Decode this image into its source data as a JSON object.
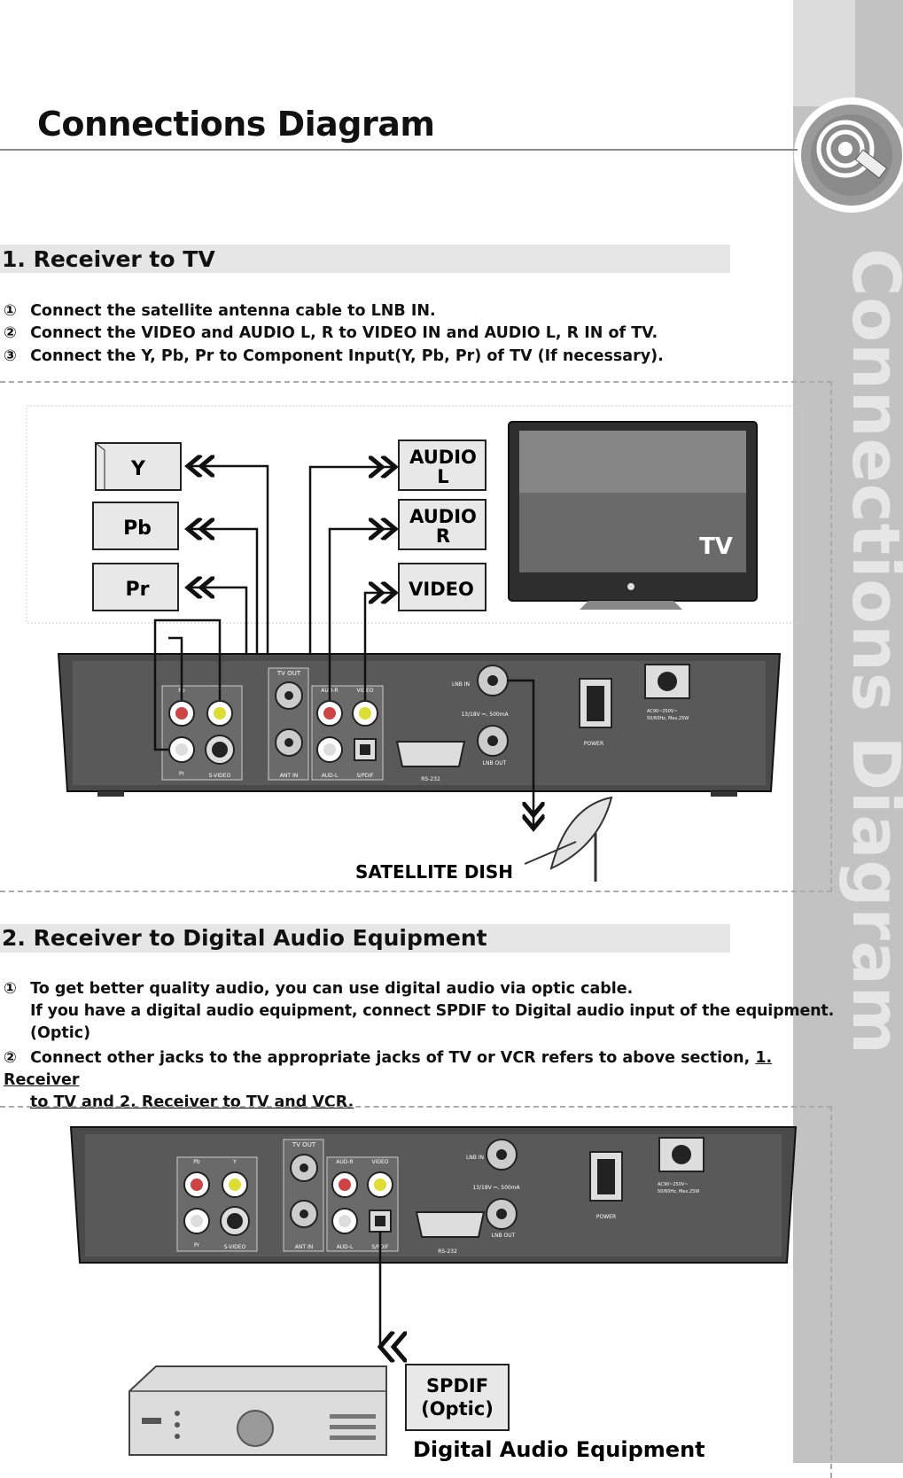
{
  "page_title": "Connections Diagram",
  "sidebar_text": "Connections Diagram",
  "section1": {
    "title": "1. Receiver to TV",
    "steps": [
      {
        "num": "①",
        "text": "Connect the satellite antenna cable to LNB IN."
      },
      {
        "num": "②",
        "text": "Connect the VIDEO and AUDIO L, R to VIDEO IN and AUDIO L, R IN of TV."
      },
      {
        "num": "③",
        "text": "Connect the Y, Pb, Pr to Component Input(Y, Pb, Pr) of TV (If necessary)."
      }
    ],
    "diagram": {
      "comp_y": "Y",
      "comp_pb": "Pb",
      "comp_pr": "Pr",
      "audio_l_1": "AUDIO",
      "audio_l_2": "L",
      "audio_r_1": "AUDIO",
      "audio_r_2": "R",
      "video": "VIDEO",
      "tv": "TV",
      "satellite_dish": "SATELLITE DISH"
    }
  },
  "receiver_labels": {
    "pb": "Pb",
    "y": "Y",
    "pr": "Pr",
    "svideo": "S-VIDEO",
    "tv_out": "TV OUT",
    "ant_in": "ANT IN",
    "aud_r": "AUD-R",
    "aud_l": "AUD-L",
    "video": "VIDEO",
    "spdif": "S/PDIF",
    "lnb_in": "LNB IN",
    "lnb_out": "LNB OUT",
    "lnb_spec": "13/18V ⎓, 500mA",
    "rs232": "RS-232",
    "power": "POWER",
    "ac1": "AC90~250V~",
    "ac2": "50/60Hz, Max.25W"
  },
  "section2": {
    "title": "2. Receiver to Digital Audio Equipment",
    "step1_num": "①",
    "step1_line1": "To get better quality audio, you can use digital audio via optic cable.",
    "step1_line2": "If you have a digital audio equipment, connect SPDIF to Digital audio input of the equipment.",
    "step1_line3": "(Optic)",
    "step2_num": "②",
    "step2_text": "Connect other jacks to the appropriate jacks of TV or VCR refers to above section,",
    "step2_link1": "1. Receiver",
    "step2_link2": "to TV and 2. Receiver to TV and VCR.",
    "spdif_1": "SPDIF",
    "spdif_2": "(Optic)",
    "equipment_label": "Digital Audio Equipment"
  }
}
